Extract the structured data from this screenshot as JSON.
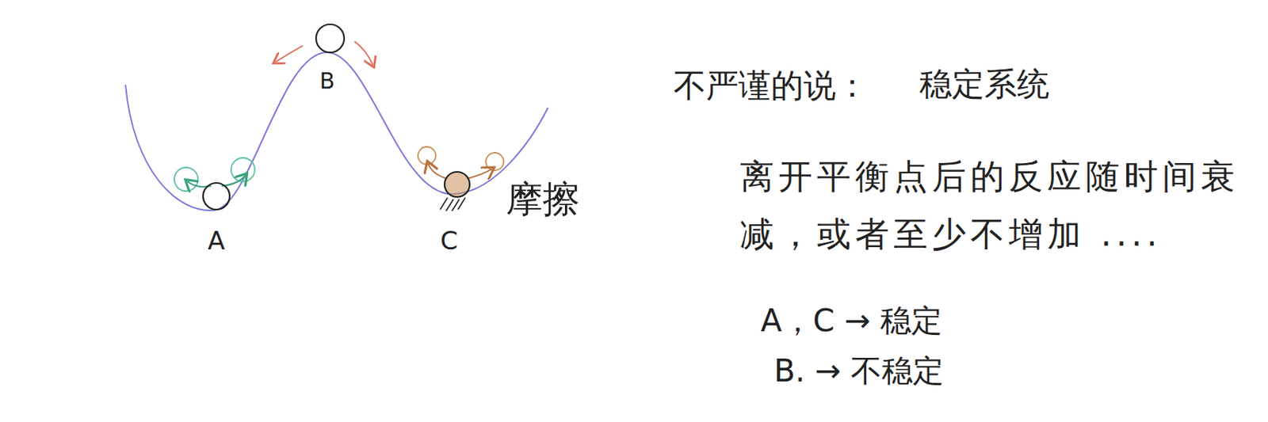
{
  "diagram": {
    "labels": [
      "B",
      "A",
      "C",
      "摩擦",
      "不严谨的说：",
      "稳定系统",
      "离开平衡点后的反应随时间衰减，或者至少不增加 ....",
      "A，C → 稳定",
      "B. → 不稳定"
    ]
  }
}
